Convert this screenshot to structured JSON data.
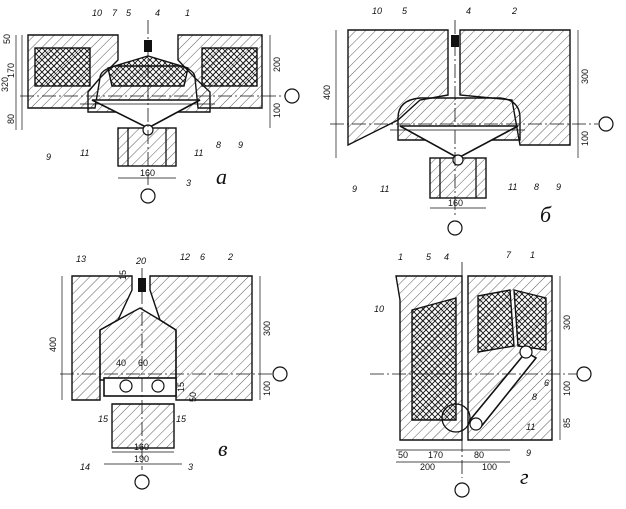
{
  "panels": {
    "a": {
      "letter": "а",
      "labels": [
        "10",
        "7",
        "5",
        "4",
        "1",
        "9",
        "11",
        "11",
        "8",
        "9",
        "3"
      ],
      "dims_left": [
        "50",
        "170",
        "80",
        "320"
      ],
      "dims_right": [
        "200",
        "100"
      ],
      "dims_bottom": [
        "160"
      ]
    },
    "b": {
      "letter": "б",
      "labels": [
        "10",
        "5",
        "4",
        "2",
        "9",
        "11",
        "11",
        "8",
        "9"
      ],
      "dims_left": [
        "400"
      ],
      "dims_right": [
        "300",
        "100"
      ],
      "dims_bottom": [
        "160"
      ]
    },
    "v": {
      "letter": "в",
      "labels": [
        "13",
        "20",
        "12",
        "6",
        "2",
        "15",
        "15",
        "14",
        "3"
      ],
      "dims_left": [
        "400",
        "15"
      ],
      "dims_inner": [
        "40",
        "60",
        "15",
        "50"
      ],
      "dims_right": [
        "300",
        "100"
      ],
      "dims_bottom": [
        "160",
        "190"
      ]
    },
    "g": {
      "letter": "г",
      "labels": [
        "1",
        "5",
        "4",
        "7",
        "1",
        "10",
        "6",
        "8",
        "11",
        "9"
      ],
      "dims_right": [
        "300",
        "100",
        "85"
      ],
      "dims_bottom": [
        "50",
        "170",
        "80",
        "200",
        "100"
      ]
    }
  }
}
